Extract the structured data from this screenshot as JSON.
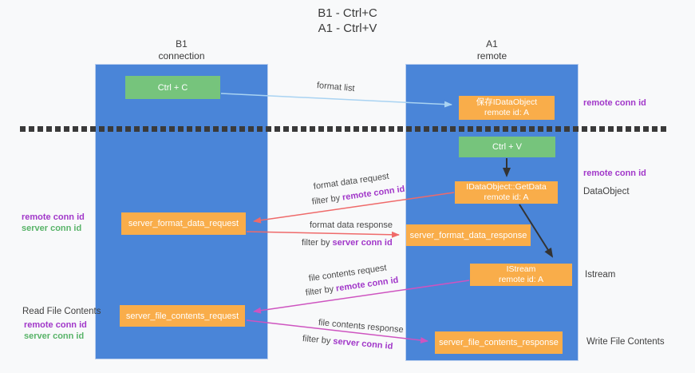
{
  "title": {
    "line1": "B1 - Ctrl+C",
    "line2": "A1 - Ctrl+V"
  },
  "lanes": {
    "left": {
      "title": "B1",
      "subtitle": "connection"
    },
    "right": {
      "title": "A1",
      "subtitle": "remote"
    }
  },
  "nodes": {
    "ctrl_c": {
      "label": "Ctrl + C"
    },
    "ctrl_v": {
      "label": "Ctrl + V"
    },
    "save_dataobject": {
      "line1": "保存IDataObject",
      "line2": "remote id: A"
    },
    "getdata": {
      "line1": "IDataObject::GetData",
      "line2": "remote id: A"
    },
    "istream": {
      "line1": "IStream",
      "line2": "remote id: A"
    },
    "server_format_data_request": {
      "label": "server_format_data_request"
    },
    "server_format_data_response": {
      "label": "server_format_data_response"
    },
    "server_file_contents_request": {
      "label": "server_file_contents_request"
    },
    "server_file_contents_response": {
      "label": "server_file_contents_response"
    }
  },
  "edges": {
    "format_list": {
      "label": "format list"
    },
    "format_data_request": {
      "label": "format data request",
      "filter_prefix": "filter by ",
      "filter_key": "remote conn id"
    },
    "format_data_response": {
      "label": "format data response",
      "filter_prefix": "filter by ",
      "filter_key": "server conn id"
    },
    "file_contents_request": {
      "label": "file contents request",
      "filter_prefix": "filter by ",
      "filter_key": "remote conn id"
    },
    "file_contents_response": {
      "label": "file contents response",
      "filter_prefix": "filter by ",
      "filter_key": "server conn id"
    }
  },
  "annotations": {
    "right_remote_conn_1": "remote conn id",
    "right_remote_conn_2": "remote conn id",
    "dataobject": "DataObject",
    "istream": "Istream",
    "write_file_contents": "Write File Contents",
    "left_remote_conn_1": "remote conn id",
    "left_server_conn_1": "server conn id",
    "read_file_contents": "Read File Contents",
    "left_remote_conn_2": "remote conn id",
    "left_server_conn_2": "server conn id"
  },
  "colors": {
    "lane_blue": "#4a85d8",
    "node_green": "#76c47c",
    "node_orange": "#f9ad4a",
    "purple_text": "#a137c9",
    "green_text": "#58b368",
    "arrow_lightblue": "#a9d3f2",
    "arrow_red": "#ef6a6a",
    "arrow_magenta": "#ce54c0",
    "arrow_black": "#333333",
    "dash_line": "#3a3a3a",
    "background": "#f8f9fa"
  }
}
